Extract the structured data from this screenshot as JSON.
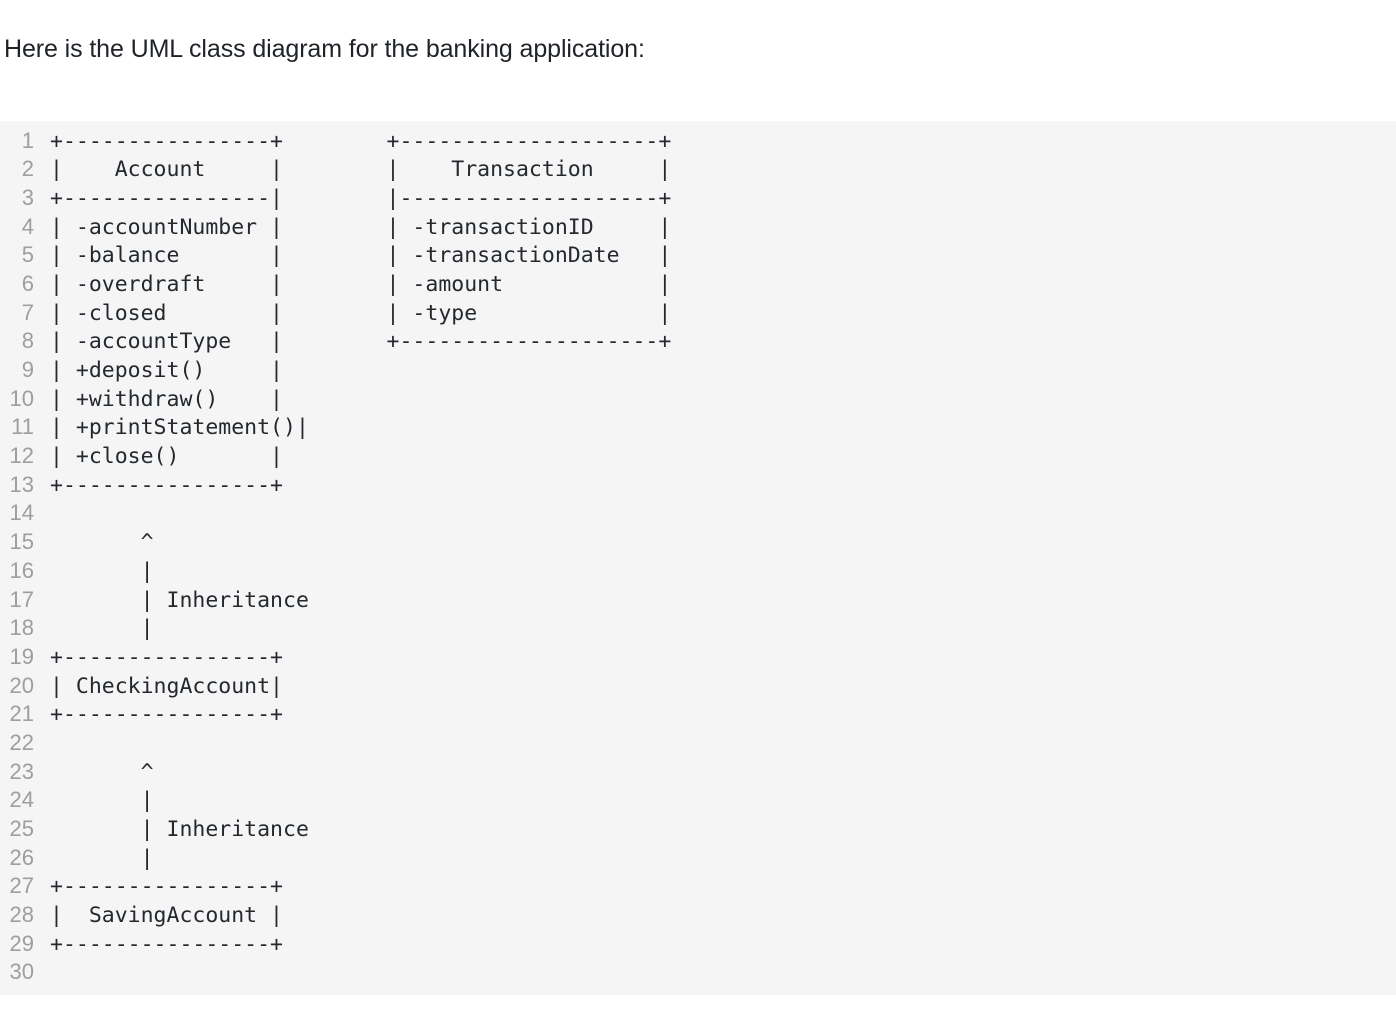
{
  "intro": {
    "text": "Here is the UML class diagram for the banking application:"
  },
  "code_block": {
    "language": "text",
    "background_color": "#f5f5f5",
    "line_number_color": "#9e9e9e",
    "text_color": "#24292f",
    "first_line": 1,
    "last_line": 30,
    "lines": [
      {
        "n": "1",
        "text": "+----------------+        +--------------------+"
      },
      {
        "n": "2",
        "text": "|    Account     |        |    Transaction     |"
      },
      {
        "n": "3",
        "text": "+----------------|        |--------------------+"
      },
      {
        "n": "4",
        "text": "| -accountNumber |        | -transactionID     |"
      },
      {
        "n": "5",
        "text": "| -balance       |        | -transactionDate   |"
      },
      {
        "n": "6",
        "text": "| -overdraft     |        | -amount            |"
      },
      {
        "n": "7",
        "text": "| -closed        |        | -type              |"
      },
      {
        "n": "8",
        "text": "| -accountType   |        +--------------------+"
      },
      {
        "n": "9",
        "text": "| +deposit()     |"
      },
      {
        "n": "10",
        "text": "| +withdraw()    |"
      },
      {
        "n": "11",
        "text": "| +printStatement()|"
      },
      {
        "n": "12",
        "text": "| +close()       |"
      },
      {
        "n": "13",
        "text": "+----------------+"
      },
      {
        "n": "14",
        "text": ""
      },
      {
        "n": "15",
        "text": "       ^"
      },
      {
        "n": "16",
        "text": "       |"
      },
      {
        "n": "17",
        "text": "       | Inheritance"
      },
      {
        "n": "18",
        "text": "       |"
      },
      {
        "n": "19",
        "text": "+----------------+"
      },
      {
        "n": "20",
        "text": "| CheckingAccount|"
      },
      {
        "n": "21",
        "text": "+----------------+"
      },
      {
        "n": "22",
        "text": ""
      },
      {
        "n": "23",
        "text": "       ^"
      },
      {
        "n": "24",
        "text": "       |"
      },
      {
        "n": "25",
        "text": "       | Inheritance"
      },
      {
        "n": "26",
        "text": "       |"
      },
      {
        "n": "27",
        "text": "+----------------+"
      },
      {
        "n": "28",
        "text": "|  SavingAccount |"
      },
      {
        "n": "29",
        "text": "+----------------+"
      },
      {
        "n": "30",
        "text": ""
      }
    ]
  },
  "diagram_content": {
    "type": "uml-class-diagram",
    "classes": [
      {
        "name": "Account",
        "attributes": [
          "-accountNumber",
          "-balance",
          "-overdraft",
          "-closed",
          "-accountType"
        ],
        "methods": [
          "+deposit()",
          "+withdraw()",
          "+printStatement()",
          "+close()"
        ]
      },
      {
        "name": "Transaction",
        "attributes": [
          "-transactionID",
          "-transactionDate",
          "-amount",
          "-type"
        ],
        "methods": []
      },
      {
        "name": "CheckingAccount",
        "attributes": [],
        "methods": []
      },
      {
        "name": "SavingAccount",
        "attributes": [],
        "methods": []
      }
    ],
    "relationships": [
      {
        "type": "Inheritance",
        "from": "CheckingAccount",
        "to": "Account"
      },
      {
        "type": "Inheritance",
        "from": "SavingAccount",
        "to": "CheckingAccount"
      }
    ]
  }
}
